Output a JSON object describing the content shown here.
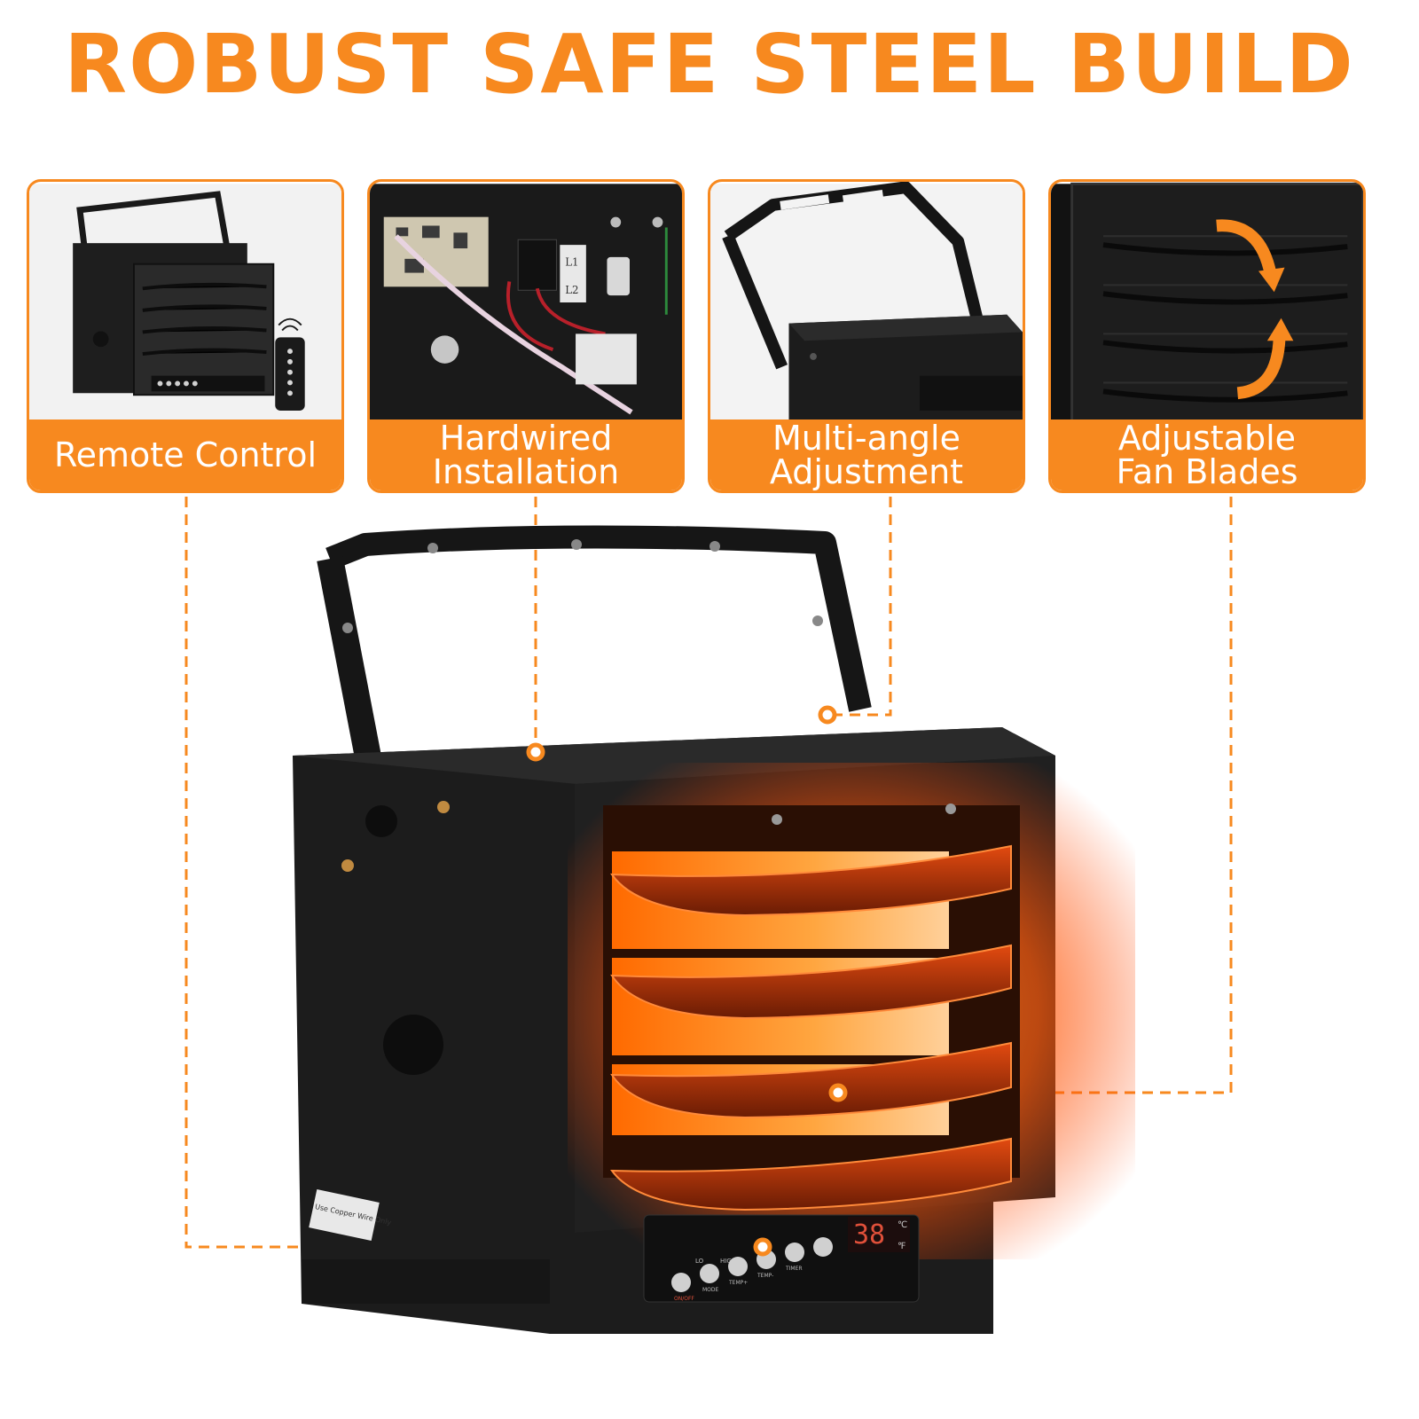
{
  "headline": "ROBUST SAFE STEEL BUILD",
  "features": [
    {
      "label": "Remote Control",
      "icon": "remote-control-icon"
    },
    {
      "label": "Hardwired\nInstallation",
      "icon": "wiring-icon"
    },
    {
      "label": "Multi-angle\nAdjustment",
      "icon": "bracket-icon"
    },
    {
      "label": "Adjustable\nFan Blades",
      "icon": "fan-blades-icon"
    }
  ],
  "heater": {
    "sticker": "Use Copper Wire Only",
    "display_reading": "38",
    "unit_c": "℃",
    "unit_f": "℉",
    "buttons": [
      "ON/OFF",
      "MODE",
      "TEMP+",
      "TEMP-",
      "TIMER"
    ],
    "speed_low": "LO",
    "speed_high": "HIGH",
    "terminal_l1": "L1",
    "terminal_l2": "L2"
  },
  "colors": {
    "accent": "#f7891f",
    "heater_body": "#1c1c1c",
    "glow": "#ff6a10"
  }
}
